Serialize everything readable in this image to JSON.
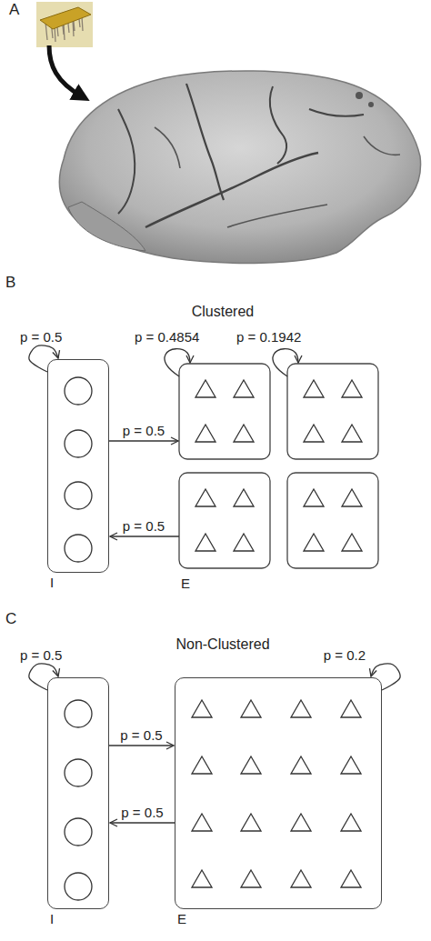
{
  "diagram": {
    "nodes": [
      {
        "text": [
          "I"
        ]
      },
      {
        "text": [
          "I"
        ]
      },
      {
        "text": [
          "E"
        ]
      }
    ],
    "edges": [
      {
        "from": 0,
        "to": 0,
        "arrow": "to",
        "label": "p = 0.5"
      },
      {
        "from": 1,
        "to": 1,
        "arrow": "to",
        "label": "p = 0.5"
      },
      {
        "from": 2,
        "to": 2,
        "arrow": "to",
        "label": "p = 0.2"
      },
      {
        "from": 1,
        "to": 2,
        "arrow": "to",
        "label": "p = 0.5"
      },
      {
        "from": 2,
        "to": 1,
        "arrow": "to",
        "label": "p = 0.5"
      }
    ],
    "labels": [
      "A",
      "B",
      "Clustered",
      "p = 0.4854",
      "p = 0.1942",
      "p = 0.5",
      "p = 0.5",
      "E",
      "C",
      "Non-Clustered"
    ]
  }
}
